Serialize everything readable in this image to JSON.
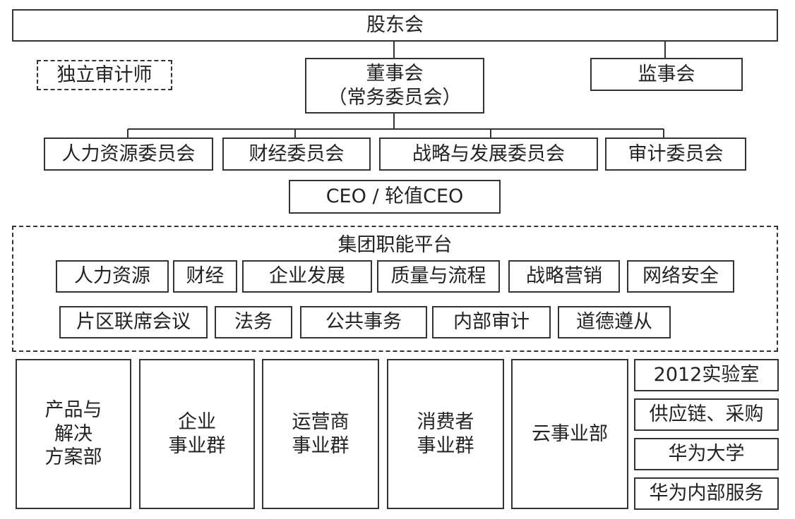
{
  "shareholders": "股东会",
  "independent_auditor": "独立审计师",
  "board": {
    "line1": "董事会",
    "line2": "（常务委员会）"
  },
  "supervisory": "监事会",
  "committees": [
    "人力资源委员会",
    "财经委员会",
    "战略与发展委员会",
    "审计委员会"
  ],
  "ceo": "CEO / 轮值CEO",
  "platform": {
    "title": "集团职能平台",
    "row1": [
      "人力资源",
      "财经",
      "企业发展",
      "质量与流程",
      "战略营销",
      "网络安全"
    ],
    "row2": [
      "片区联席会议",
      "法务",
      "公共事务",
      "内部审计",
      "道德遵从"
    ]
  },
  "business_groups": [
    {
      "lines": [
        "产品与",
        "解决",
        "方案部"
      ]
    },
    {
      "lines": [
        "企业",
        "事业群"
      ]
    },
    {
      "lines": [
        "运营商",
        "事业群"
      ]
    },
    {
      "lines": [
        "消费者",
        "事业群"
      ]
    },
    {
      "lines": [
        "云事业部"
      ]
    }
  ],
  "right_units": [
    "2012实验室",
    "供应链、采购",
    "华为大学",
    "华为内部服务"
  ]
}
